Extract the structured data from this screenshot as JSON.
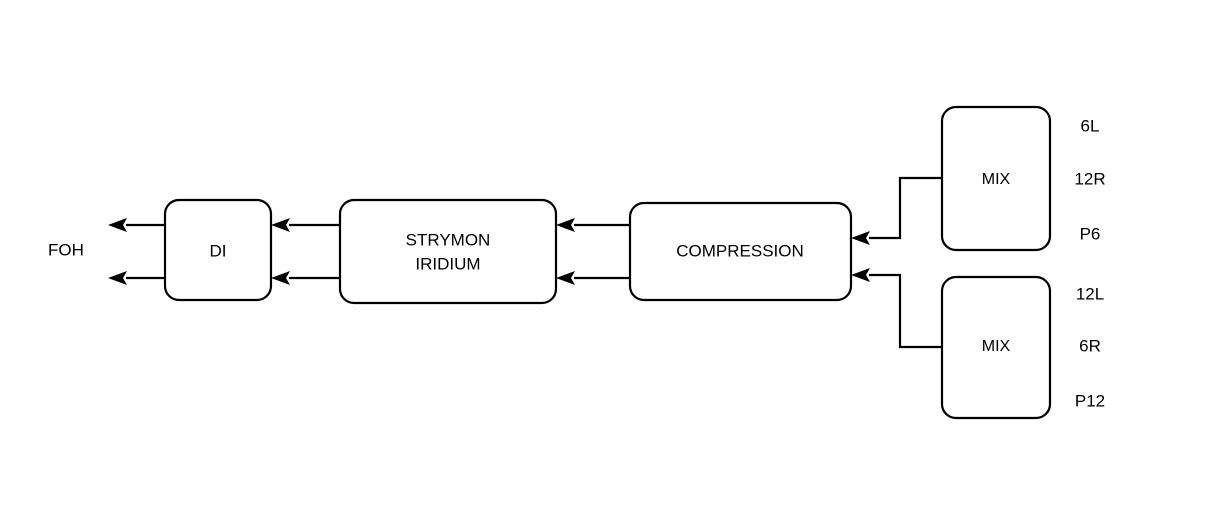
{
  "diagram": {
    "type": "signal-flow-block-diagram",
    "background_color": "#ffffff",
    "stroke_color": "#000000",
    "nodes": [
      {
        "id": "di",
        "label": "DI"
      },
      {
        "id": "strymon",
        "label_line1": "STRYMON",
        "label_line2": "IRIDIUM"
      },
      {
        "id": "compression",
        "label": "COMPRESSION"
      },
      {
        "id": "mix_top",
        "label": "MIX"
      },
      {
        "id": "mix_bottom",
        "label": "MIX"
      }
    ],
    "io_labels": [
      {
        "id": "foh",
        "text": "FOH"
      }
    ],
    "mix_top_outputs": [
      {
        "text": "6L"
      },
      {
        "text": "12R"
      },
      {
        "text": "P6"
      }
    ],
    "mix_bottom_outputs": [
      {
        "text": "12L"
      },
      {
        "text": "6R"
      },
      {
        "text": "P12"
      }
    ],
    "edges": [
      {
        "from": "di",
        "to": "foh",
        "channel": "upper"
      },
      {
        "from": "di",
        "to": "foh",
        "channel": "lower"
      },
      {
        "from": "strymon",
        "to": "di",
        "channel": "upper"
      },
      {
        "from": "strymon",
        "to": "di",
        "channel": "lower"
      },
      {
        "from": "compression",
        "to": "strymon",
        "channel": "upper"
      },
      {
        "from": "compression",
        "to": "strymon",
        "channel": "lower"
      },
      {
        "from": "mix_top",
        "to": "compression",
        "channel": "upper"
      },
      {
        "from": "mix_bottom",
        "to": "compression",
        "channel": "lower"
      }
    ]
  }
}
